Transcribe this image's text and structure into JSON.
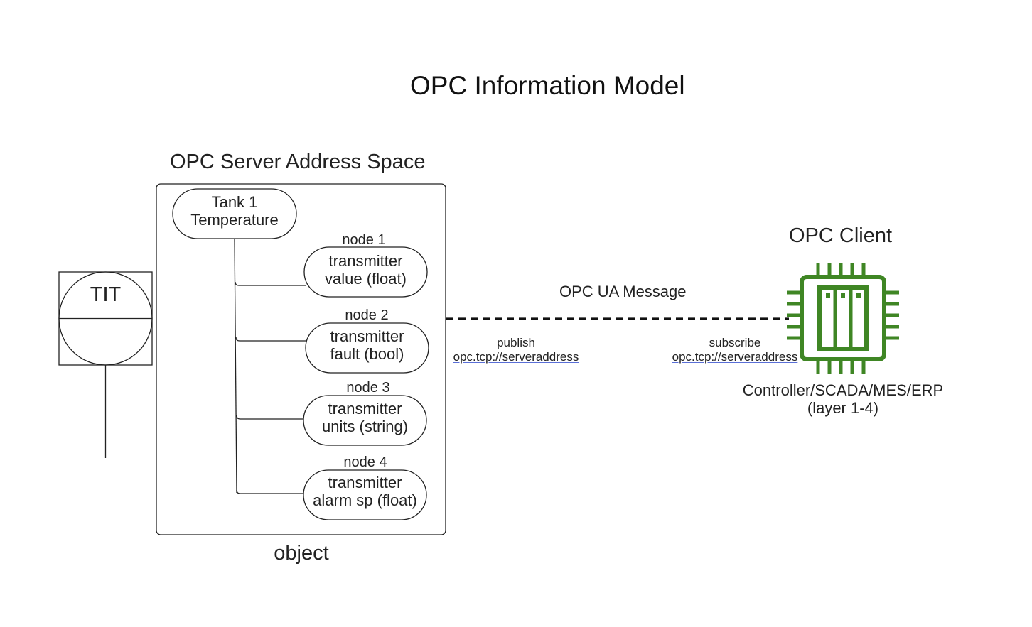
{
  "title": "OPC Information Model",
  "server": {
    "title": "OPC Server Address Space",
    "object_caption": "object",
    "root": [
      "Tank 1",
      "Temperature"
    ],
    "nodes": [
      {
        "label": "node 1",
        "lines": [
          "transmitter",
          "value (float)"
        ]
      },
      {
        "label": "node 2",
        "lines": [
          "transmitter",
          "fault (bool)"
        ]
      },
      {
        "label": "node 3",
        "lines": [
          "transmitter",
          "units (string)"
        ]
      },
      {
        "label": "node 4",
        "lines": [
          "transmitter",
          "alarm sp (float)"
        ]
      }
    ]
  },
  "instrument": {
    "tag": "TIT"
  },
  "connection": {
    "message": "OPC UA Message",
    "publish_label": "publish",
    "publish_url": "opc.tcp://serveraddress",
    "subscribe_label": "subscribe",
    "subscribe_url": "opc.tcp://serveraddress"
  },
  "client": {
    "title": "OPC Client",
    "icon": "processor-chip-icon",
    "icon_color": "#3f8624",
    "caption": [
      "Controller/SCADA/MES/ERP",
      "(layer 1-4)"
    ]
  }
}
